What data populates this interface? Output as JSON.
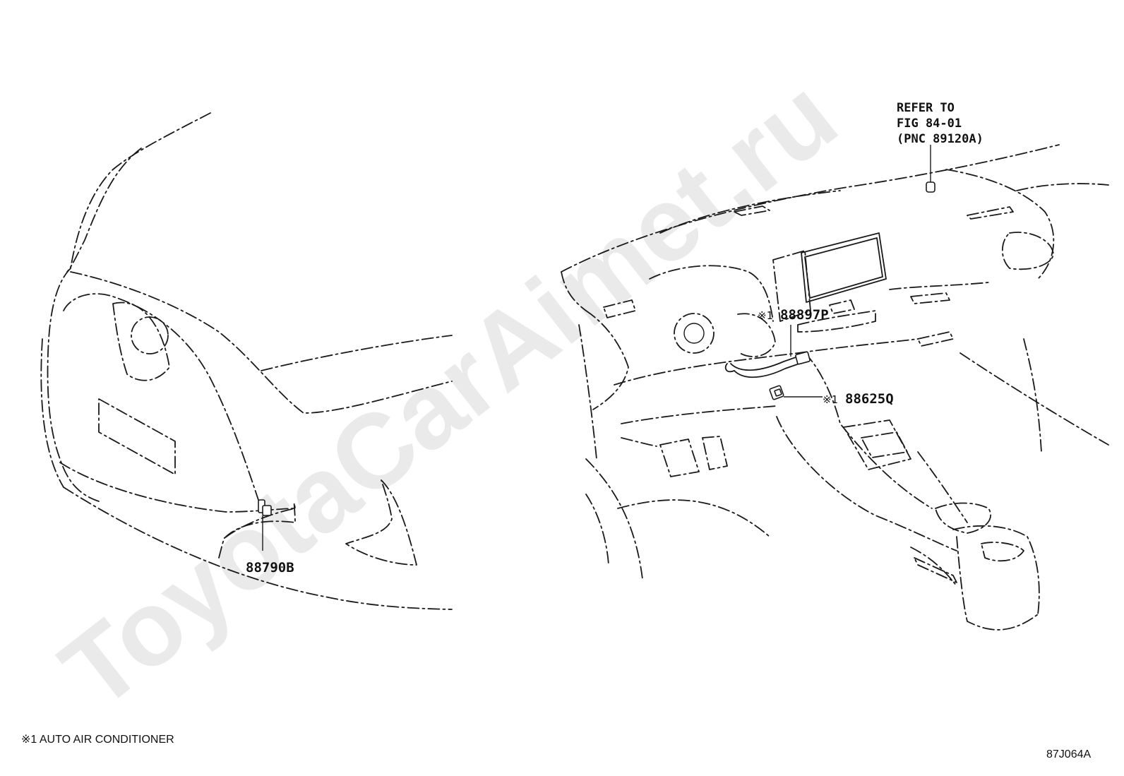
{
  "watermark": "ToyotaCarAimet.ru",
  "callouts": {
    "part_rear": "88790B",
    "part_center_duct_prefix": "※1",
    "part_center_duct": "88897P",
    "part_under_dash_prefix": "※1",
    "part_under_dash": "88625Q"
  },
  "refer_note": {
    "line1": "REFER TO",
    "line2": "FIG 84-01",
    "line3": "(PNC 89120A)"
  },
  "footnote": "※1 AUTO AIR CONDITIONER",
  "figure_code": "87J064A"
}
